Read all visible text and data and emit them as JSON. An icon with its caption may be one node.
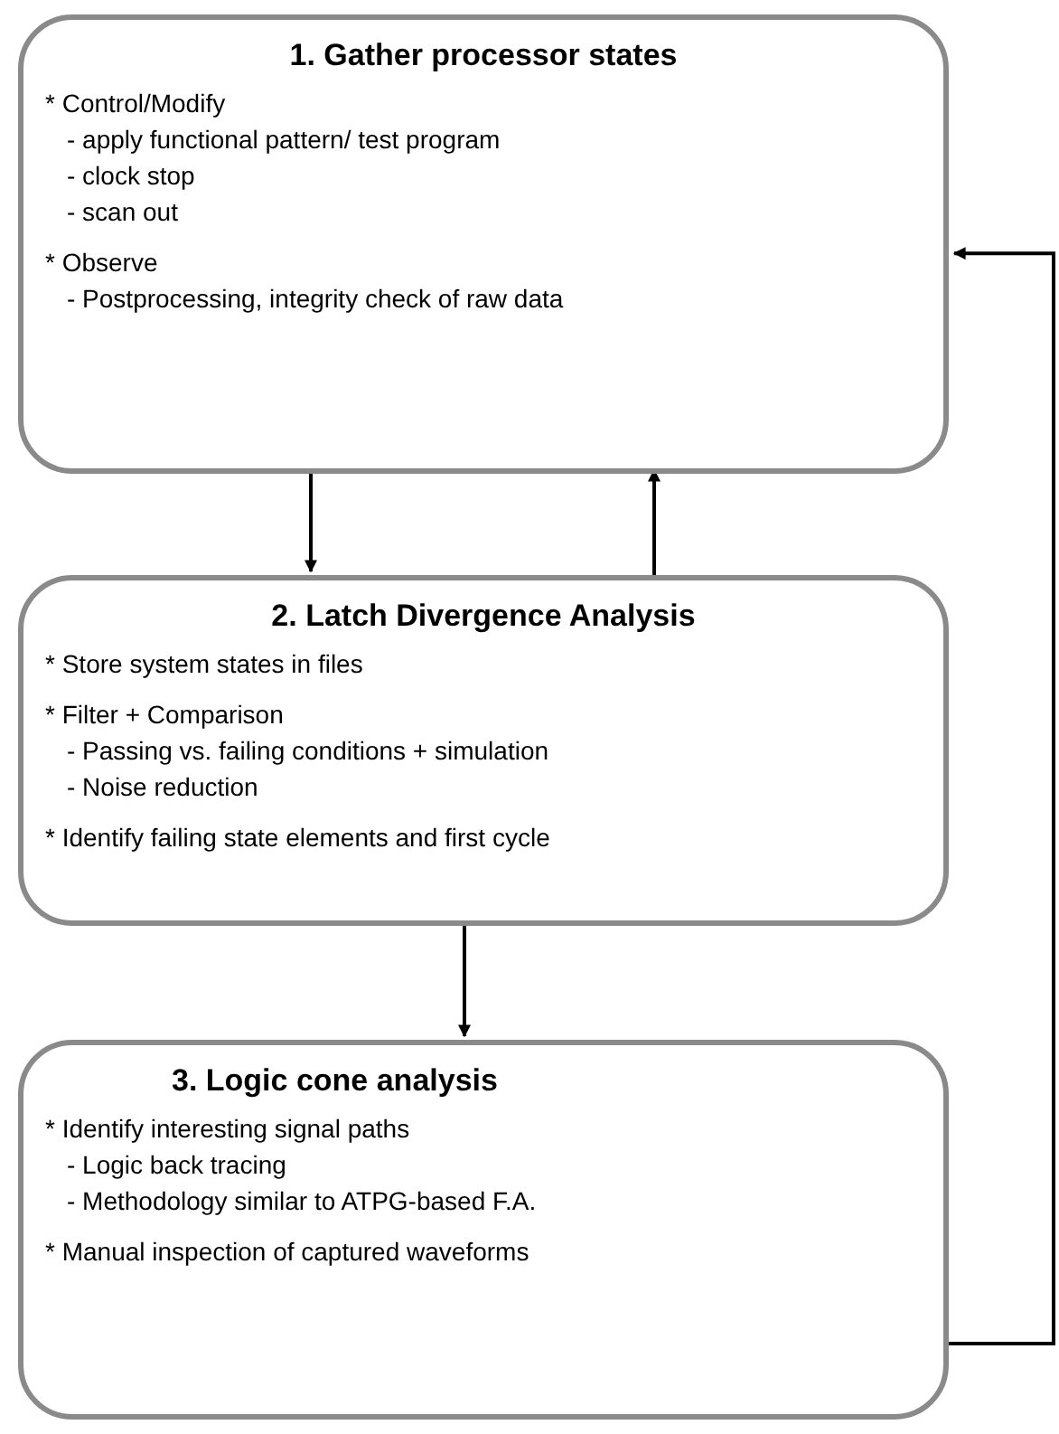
{
  "diagram": {
    "nodes": [
      {
        "text": [
          "1. Gather processor states",
          "* Control/Modify",
          "- apply functional pattern/ test program",
          "- clock stop",
          "- scan out",
          "* Observe",
          "- Postprocessing, integrity check of raw data"
        ]
      },
      {
        "text": [
          "2. Latch Divergence Analysis",
          "* Store system states in files",
          "* Filter + Comparison",
          "- Passing vs. failing conditions + simulation",
          "- Noise reduction",
          "* Identify failing state elements and first cycle"
        ]
      },
      {
        "text": [
          "3. Logic cone analysis",
          "* Identify interesting signal paths",
          "- Logic back tracing",
          "- Methodology similar to ATPG-based F.A.",
          "* Manual inspection of captured waveforms"
        ]
      }
    ],
    "edges": [
      {
        "from": 0,
        "to": 1,
        "arrow": "to"
      },
      {
        "from": 1,
        "to": 0,
        "arrow": "to"
      },
      {
        "from": 1,
        "to": 2,
        "arrow": "to"
      },
      {
        "from": 2,
        "to": 0,
        "arrow": "to"
      }
    ]
  }
}
